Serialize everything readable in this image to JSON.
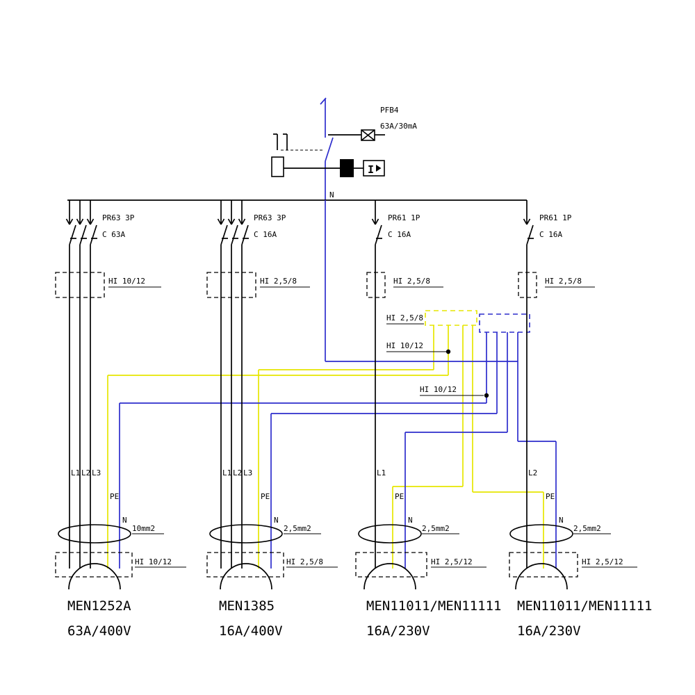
{
  "diagram": {
    "kind": "electrical-distribution-schematic",
    "colors": {
      "phase": "#000000",
      "neutral": "#2d2dcc",
      "pe": "#e6e600",
      "background": "#ffffff"
    },
    "incomer": {
      "device": "PFB4",
      "rating": "63A/30mA",
      "neutral": "N",
      "test_button": "I"
    },
    "distribution": {
      "pe_bar_cable": "HI 2,5/8",
      "pe_main_cable": "HI 10/12",
      "n_main_cable": "HI 10/12"
    },
    "branches": [
      {
        "breaker": "PR63 3P",
        "curve": "C 63A",
        "cable": "HI 10/12",
        "phases": [
          "L1",
          "L2",
          "L3"
        ],
        "pe": "PE",
        "n": "N",
        "cross_section": "10mm2",
        "outlet_cable": "HI 10/12",
        "outlet": "MEN1252A",
        "outlet_rating": "63A/400V"
      },
      {
        "breaker": "PR63 3P",
        "curve": "C 16A",
        "cable": "HI 2,5/8",
        "phases": [
          "L1",
          "L2",
          "L3"
        ],
        "pe": "PE",
        "n": "N",
        "cross_section": "2,5mm2",
        "outlet_cable": "HI 2,5/8",
        "outlet": "MEN1385",
        "outlet_rating": "16A/400V"
      },
      {
        "breaker": "PR61 1P",
        "curve": "C 16A",
        "cable": "HI 2,5/8",
        "phases": [
          "L1"
        ],
        "pe": "PE",
        "n": "N",
        "cross_section": "2,5mm2",
        "outlet_cable": "HI 2,5/12",
        "outlet": "MEN11011/MEN11111",
        "outlet_rating": "16A/230V"
      },
      {
        "breaker": "PR61 1P",
        "curve": "C 16A",
        "cable": "HI 2,5/8",
        "phases": [
          "L2"
        ],
        "pe": "PE",
        "n": "N",
        "cross_section": "2,5mm2",
        "outlet_cable": "HI 2,5/12",
        "outlet": "MEN11011/MEN11111",
        "outlet_rating": "16A/230V"
      }
    ]
  }
}
